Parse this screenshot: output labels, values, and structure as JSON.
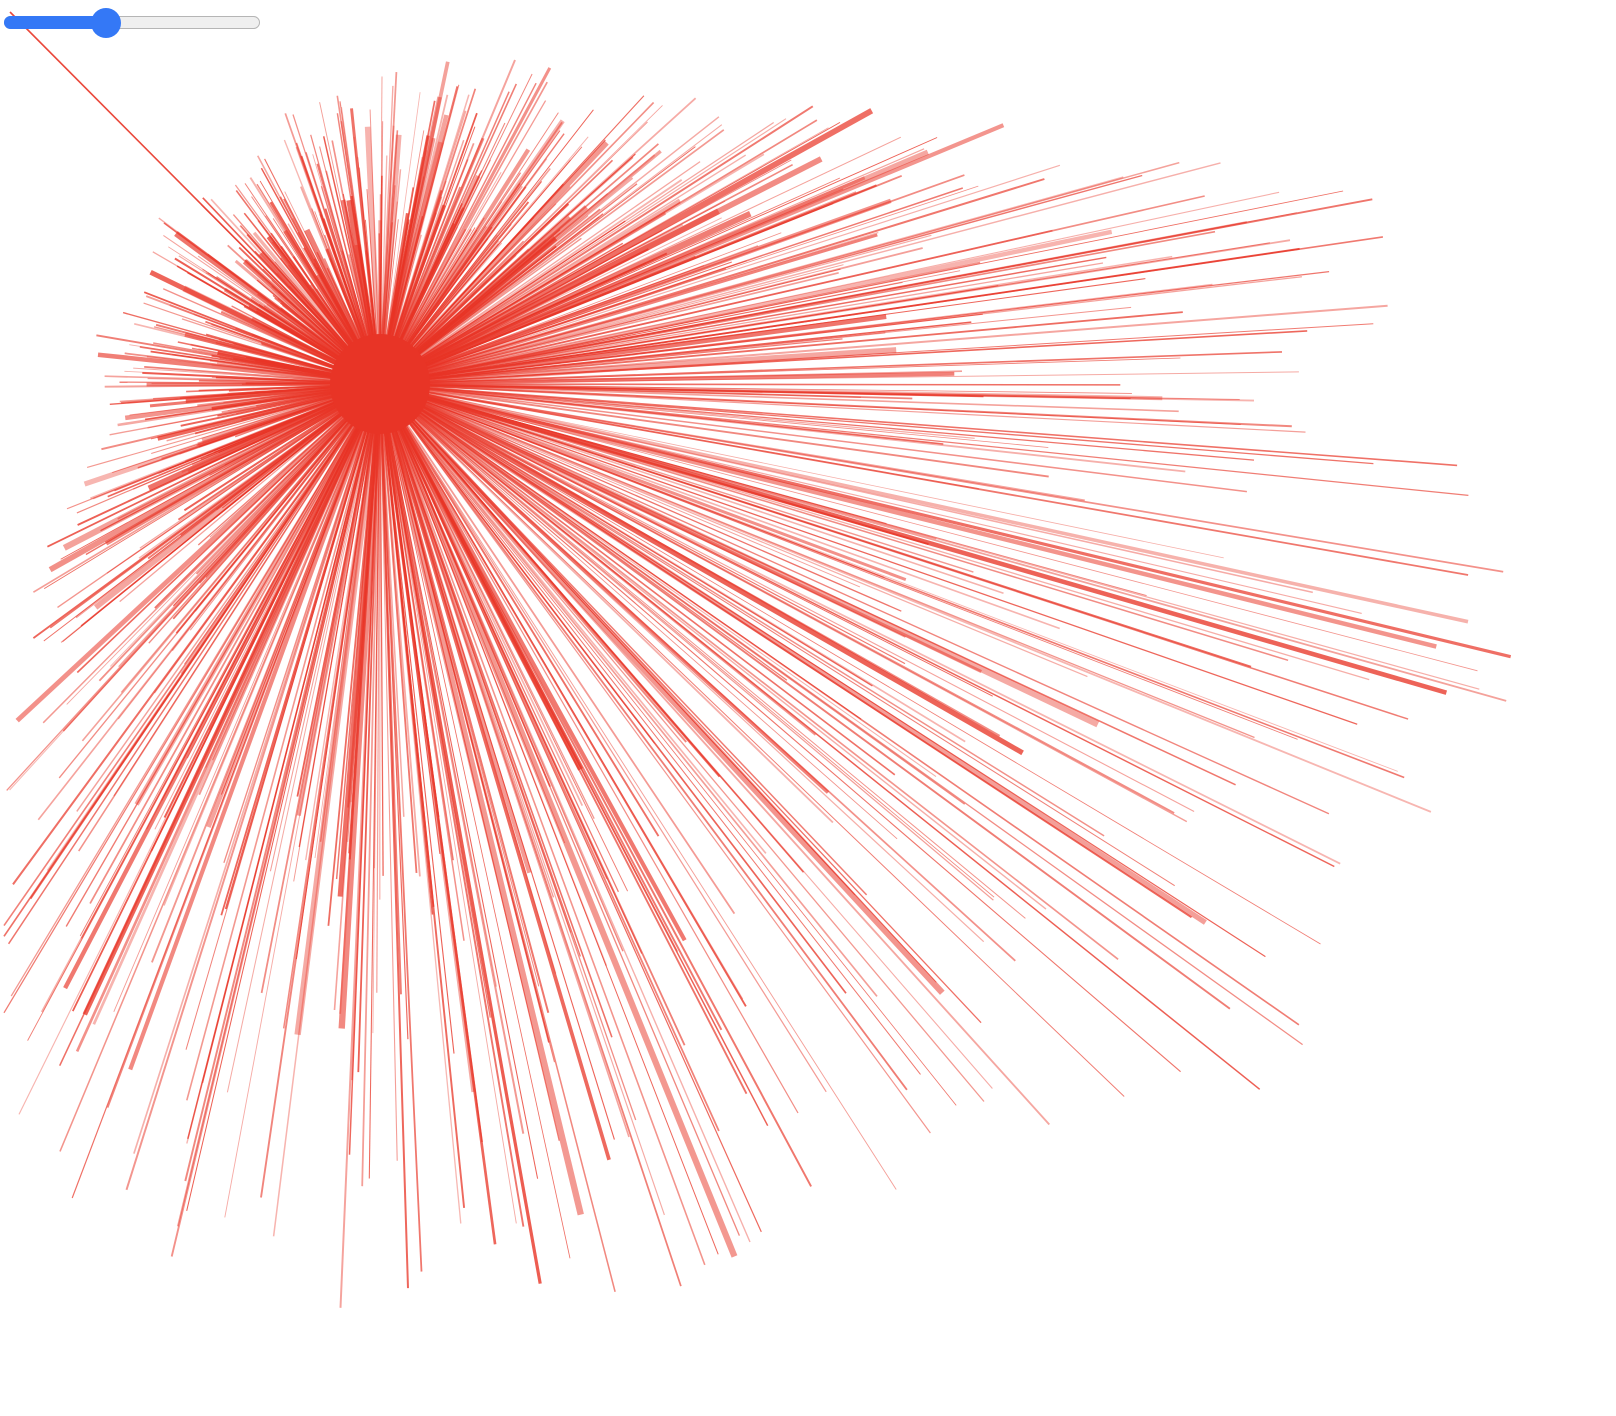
{
  "controls": {
    "slider": {
      "min": 0,
      "max": 100,
      "value": 40
    }
  },
  "visual": {
    "burst_color": "#e83426",
    "hub_color": "#e83426",
    "slider_accent": "#3478f6",
    "slider_track": "#efefef"
  }
}
